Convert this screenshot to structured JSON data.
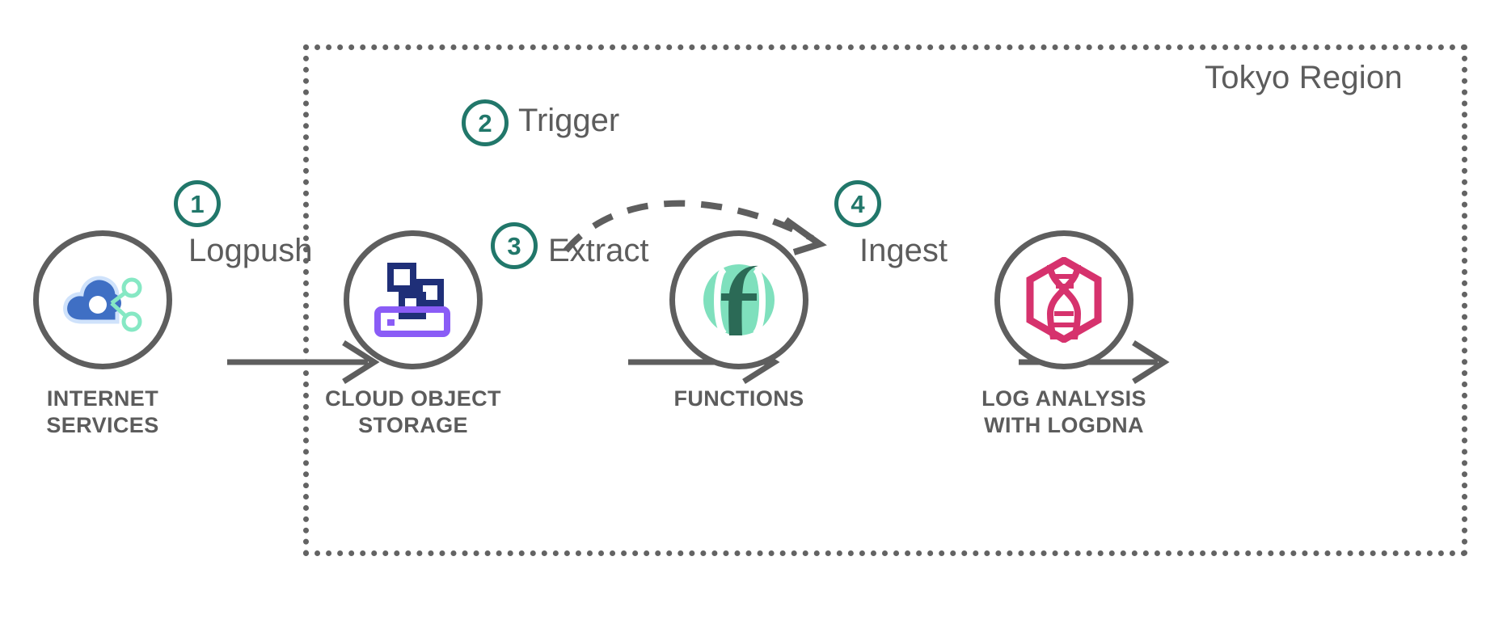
{
  "region": {
    "title": "Tokyo Region",
    "border_color": "#636363",
    "border_style": "dotted"
  },
  "palette": {
    "node_ring": "#5e5e5e",
    "text_gray": "#5c5c5c",
    "badge_teal": "#21776a",
    "arrow_gray": "#5e5e5e",
    "cloud_blue": "#3f6fc4",
    "mint_green": "#7fe0bd",
    "functions_dark_green": "#2b6a56",
    "cos_navy": "#1f2f78",
    "cos_purple": "#8a5cf6",
    "logdna_pink": "#d6326d"
  },
  "nodes": [
    {
      "id": "internet-services",
      "icon": "cloud-network-icon",
      "caption": "INTERNET\nSERVICES",
      "inside_region": false
    },
    {
      "id": "cloud-object-storage",
      "icon": "object-storage-icon",
      "caption": "CLOUD OBJECT\nSTORAGE",
      "inside_region": true
    },
    {
      "id": "functions",
      "icon": "functions-f-icon",
      "caption": "FUNCTIONS",
      "inside_region": true
    },
    {
      "id": "log-analysis-logdna",
      "icon": "logdna-hexagon-dna-icon",
      "caption": "LOG ANALYSIS\nWITH LOGDNA",
      "inside_region": true
    }
  ],
  "steps": [
    {
      "number": "1",
      "label": "Logpush",
      "from": "internet-services",
      "to": "cloud-object-storage",
      "arrow": "solid"
    },
    {
      "number": "2",
      "label": "Trigger",
      "from": "cloud-object-storage",
      "to": "functions",
      "arrow": "dashed-arc"
    },
    {
      "number": "3",
      "label": "Extract",
      "from": "cloud-object-storage",
      "to": "functions",
      "arrow": "solid"
    },
    {
      "number": "4",
      "label": "Ingest",
      "from": "functions",
      "to": "log-analysis-logdna",
      "arrow": "solid"
    }
  ]
}
